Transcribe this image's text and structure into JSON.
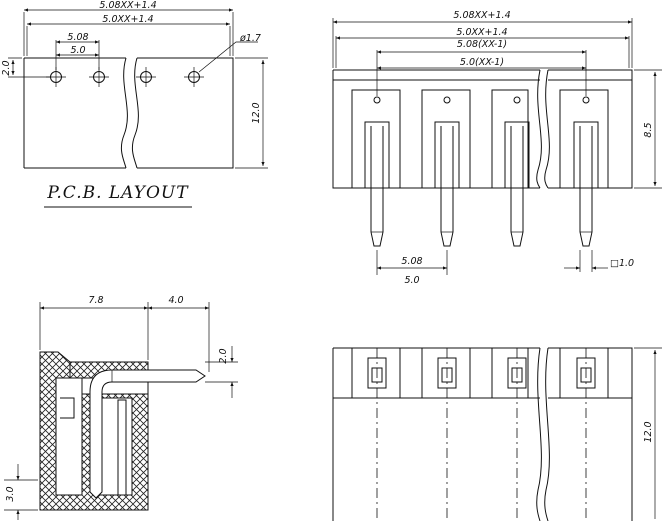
{
  "pcb": {
    "title": "P.C.B. LAYOUT",
    "dim_total_outer": "5.08XX+1.4",
    "dim_total_inner": "5.0XX+1.4",
    "dim_pitch_508": "5.08",
    "dim_pitch_50": "5.0",
    "dim_hole": "ø1.7",
    "dim_offset": "2.0",
    "dim_height": "12.0"
  },
  "front": {
    "dim_total_outer": "5.08XX+1.4",
    "dim_total_inner": "5.0XX+1.4",
    "dim_span_508": "5.08(XX-1)",
    "dim_span_50": "5.0(XX-1)",
    "dim_height": "8.5",
    "dim_pitch_508": "5.08",
    "dim_pitch_50": "5.0",
    "dim_pin": "□1.0"
  },
  "side": {
    "dim_depth": "7.8",
    "dim_overhang": "4.0",
    "dim_pin_height": "2.0",
    "dim_bottom": "3.0"
  },
  "top": {
    "dim_height": "12.0"
  }
}
